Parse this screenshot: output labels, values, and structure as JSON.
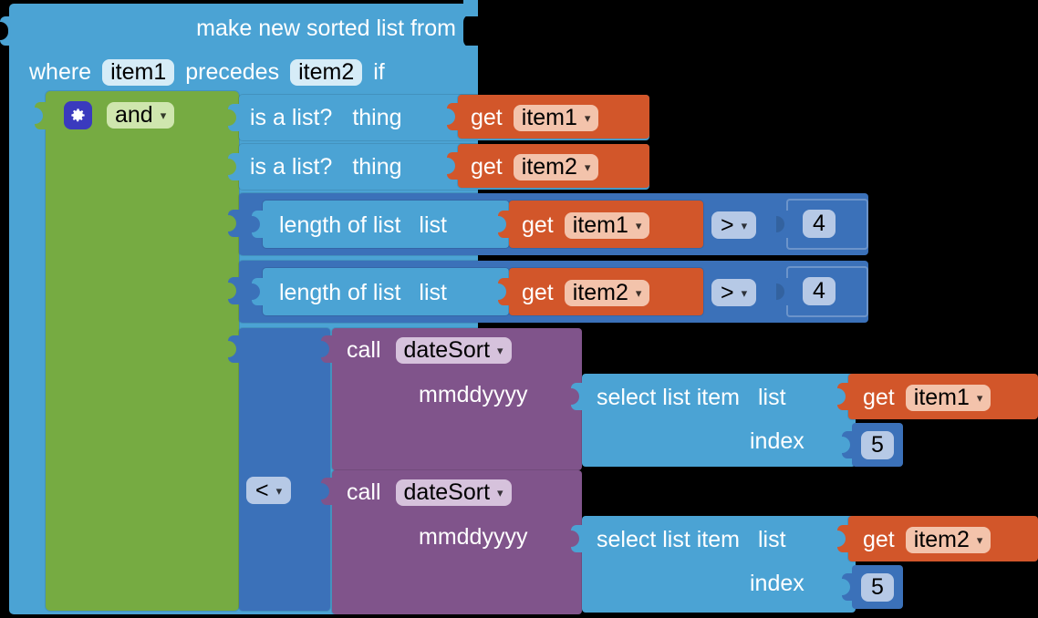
{
  "app": {
    "name": "MIT App Inventor Blocks Editor",
    "view": "blocks-canvas",
    "background": "#000000"
  },
  "colors": {
    "list_blue": "#4BA3D4",
    "logic_green": "#76AB42",
    "math_blue": "#3B71B9",
    "variable_orange": "#D2562A",
    "procedure_purple": "#80548B",
    "field_light": "#D6ECF7",
    "mutator_gear": "#3A3ABE"
  },
  "sort_block": {
    "title_line1": "make new sorted list from",
    "where_label": "where",
    "item1_field": "item1",
    "precedes_label": "precedes",
    "item2_field": "item2",
    "if_label": "if"
  },
  "and_block": {
    "mutator_icon": "gear-icon",
    "operator": "and",
    "caret": "▾"
  },
  "conditions": [
    {
      "kind": "is-a-list",
      "label": "is a list?",
      "socket_label": "thing",
      "value": {
        "kind": "get",
        "get_label": "get",
        "variable": "item1",
        "caret": "▾"
      }
    },
    {
      "kind": "is-a-list",
      "label": "is a list?",
      "socket_label": "thing",
      "value": {
        "kind": "get",
        "get_label": "get",
        "variable": "item2",
        "caret": "▾"
      }
    },
    {
      "kind": "compare",
      "operator": ">",
      "caret": "▾",
      "left": {
        "kind": "length-of-list",
        "label": "length of list",
        "socket_label": "list",
        "value": {
          "kind": "get",
          "get_label": "get",
          "variable": "item1",
          "caret": "▾"
        }
      },
      "right": {
        "kind": "number",
        "value": "4"
      }
    },
    {
      "kind": "compare",
      "operator": ">",
      "caret": "▾",
      "left": {
        "kind": "length-of-list",
        "label": "length of list",
        "socket_label": "list",
        "value": {
          "kind": "get",
          "get_label": "get",
          "variable": "item2",
          "caret": "▾"
        }
      },
      "right": {
        "kind": "number",
        "value": "4"
      }
    },
    {
      "kind": "compare",
      "operator": "<",
      "caret": "▾",
      "left": {
        "kind": "call-procedure",
        "call_label": "call",
        "procedure": "dateSort",
        "caret": "▾",
        "arg_label": "mmddyyyy",
        "arg_value": {
          "kind": "select-list-item",
          "label": "select list item",
          "list_label": "list",
          "index_label": "index",
          "list_value": {
            "kind": "get",
            "get_label": "get",
            "variable": "item1",
            "caret": "▾"
          },
          "index_value": "5"
        }
      },
      "right": {
        "kind": "call-procedure",
        "call_label": "call",
        "procedure": "dateSort",
        "caret": "▾",
        "arg_label": "mmddyyyy",
        "arg_value": {
          "kind": "select-list-item",
          "label": "select list item",
          "list_label": "list",
          "index_label": "index",
          "list_value": {
            "kind": "get",
            "get_label": "get",
            "variable": "item2",
            "caret": "▾"
          },
          "index_value": "5"
        }
      }
    }
  ]
}
